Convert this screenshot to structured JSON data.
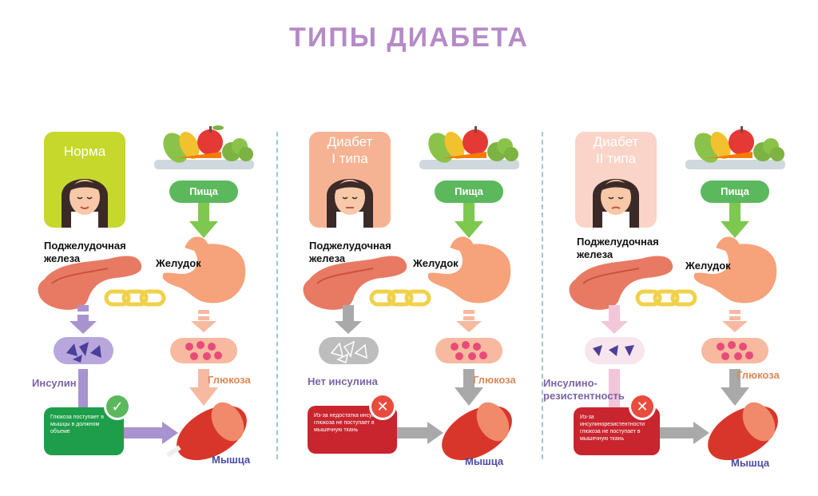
{
  "title": "ТИПЫ ДИАБЕТА",
  "colors": {
    "title": "#b58bc6",
    "normal": "#c6d82b",
    "type1": "#f6b394",
    "type2": "#fad4c8",
    "food_pill": "#5cb85c",
    "glucose_label": "#d98a5a",
    "insulin_label": "#7b63a8",
    "muscle_label": "#4b4aa8",
    "ok_box": "#1e9e4a",
    "err_box": "#c9252f"
  },
  "panels": [
    {
      "badge": "Норма",
      "pancreas_label": "Поджелудочная\nжелеза",
      "stomach_label": "Желудок",
      "food_label": "Пища",
      "insulin_label": "Инсулин",
      "glucose_label": "Глюкоза",
      "muscle_label": "Мышца",
      "message": "Глюкоза поступает в мышцы в должном объеме",
      "status_icon": "check-icon"
    },
    {
      "badge": "Диабет\nI типа",
      "pancreas_label": "Поджелудочная\nжелеза",
      "stomach_label": "Желудок",
      "food_label": "Пища",
      "insulin_label": "Нет инсулина",
      "glucose_label": "Глюкоза",
      "muscle_label": "Мышца",
      "message": "Из-за недостатка инсулина глюкоза не поступает в мышечную ткань",
      "status_icon": "cross-icon"
    },
    {
      "badge": "Диабет\nII типа",
      "pancreas_label": "Поджелудочная\nжелеза",
      "stomach_label": "Желудок",
      "food_label": "Пища",
      "insulin_label": "Инсулино-\nрезистентность",
      "glucose_label": "Глюкоза",
      "muscle_label": "Мышца",
      "message": "Из-за инсулинорезистентности глюкоза не поступает в мышечную ткань",
      "status_icon": "cross-icon"
    }
  ]
}
